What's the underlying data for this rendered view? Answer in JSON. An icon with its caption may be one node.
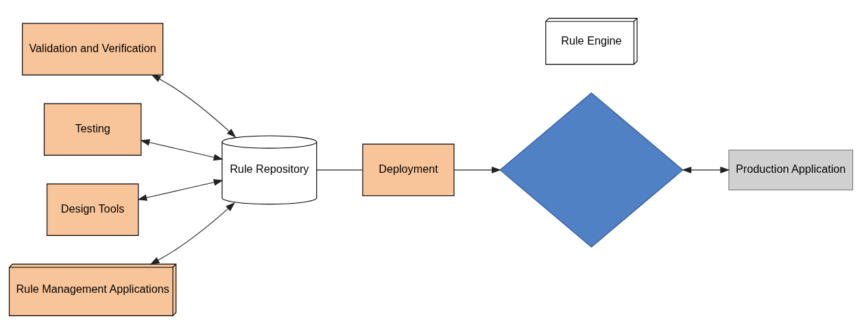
{
  "diagram": {
    "nodes": [
      {
        "text": [
          "Validation and Verification"
        ]
      },
      {
        "text": [
          "Testing"
        ]
      },
      {
        "text": [
          "Rule Repository"
        ]
      },
      {
        "text": [
          "Deployment"
        ]
      },
      {
        "text": [],
        "shape": "diamond"
      },
      {
        "text": [
          "Rule Engine"
        ]
      },
      {
        "text": [
          "Production Application"
        ]
      },
      {
        "text": [
          "Design Tools"
        ]
      },
      {
        "text": [
          "Rule Management Applications"
        ]
      }
    ],
    "edges": [
      {
        "from": 0,
        "to": 2,
        "arrow": "both"
      },
      {
        "from": 1,
        "to": 2,
        "arrow": "both"
      },
      {
        "from": 2,
        "to": 3,
        "arrow": "none"
      },
      {
        "from": 3,
        "to": 4,
        "arrow": "to"
      },
      {
        "from": 4,
        "to": 6,
        "arrow": "both"
      },
      {
        "from": 7,
        "to": 2,
        "arrow": "both"
      },
      {
        "from": 8,
        "to": 2,
        "arrow": "both"
      }
    ]
  }
}
